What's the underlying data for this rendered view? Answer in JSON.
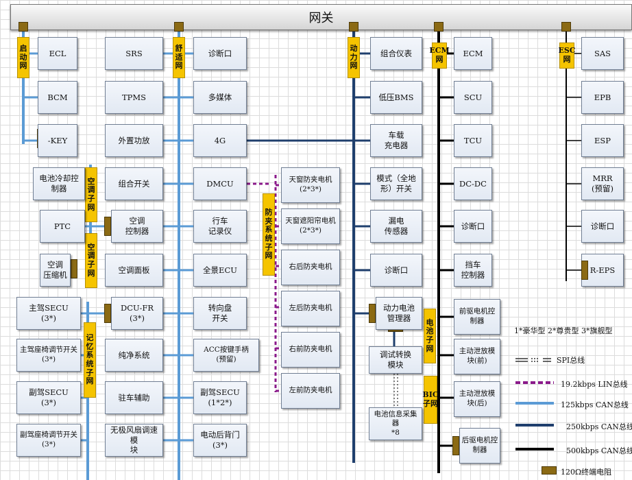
{
  "gateway": "网关",
  "subnets": {
    "qidong": "启动\n网",
    "shuzi": "舒适\n网",
    "dongli": "动力\n网",
    "ecm": "ECM\n网",
    "esc": "ESC\n网",
    "kongtiao1": "空调\n子网",
    "kongtiao2": "空调\n子网",
    "jiyi": "记忆\n系统\n子网",
    "fangjia": "防夹\n系统\n子网",
    "dianchi": "电池\n子网",
    "bic": "BIC\n子网"
  },
  "nodes": {
    "ecl": "ECL",
    "bcm": "BCM",
    "key": "-KEY",
    "srs": "SRS",
    "tpms": "TPMS",
    "waizhi": "外置功放",
    "zuhe": "组合开关",
    "kt_ctrl": "空调\n控制器",
    "kt_panel": "空调面板",
    "dcu_fr": "DCU-FR\n(3*)",
    "jingjing": "纯净系统",
    "zhuche": "驻车辅助",
    "wujifeng": "无极风扇调速模\n块",
    "diag1": "诊断口",
    "media": "多媒体",
    "fourg": "4G",
    "dmcu": "DMCU",
    "xingche": "行车\n记录仪",
    "quanjing": "全景ECU",
    "zhuanxiang": "转向盘\n开关",
    "acc": "ACC按键手柄\n(预留)",
    "fu_secu2": "副驾SECU\n(1*2*)",
    "diandong": "电动后背门\n(3*)",
    "bc_cool": "电池冷却控\n制器",
    "ptc": "PTC",
    "kt_comp": "空调\n压缩机",
    "zhu_secu": "主驾SECU\n(3*)",
    "zhu_seat": "主驾座椅调节开关\n(3*)",
    "fu_secu": "副驾SECU\n(3*)",
    "fu_seat": "副驾座椅调节开关\n(3*)",
    "tianchuang": "天窗防夹电机\n(2*3*)",
    "tianchuang_zy": "天窗遮阳帘电机\n(2*3*)",
    "rr_win": "右后防夹电机",
    "lr_win": "左后防夹电机",
    "rf_win": "右前防夹电机",
    "lf_win": "左前防夹电机",
    "cluster": "组合仪表",
    "lv_bms": "低压BMS",
    "charger": "车载\n充电器",
    "mode_sw": "模式（全地\n形）开关",
    "leak": "漏电\n传感器",
    "diag2": "诊断口",
    "bms": "动力电池\n管理器",
    "debug": "调试转换\n模块",
    "bic": "电池信息采集器\n*8",
    "ecm": "ECM",
    "scu": "SCU",
    "tcu": "TCU",
    "dcdc": "DC-DC",
    "diag3": "诊断口",
    "dangche": "挡车\n控制器",
    "qianqu": "前驱电机控\n制器",
    "zd_front": "主动泄放模\n块(前)",
    "zd_rear": "主动泄放模\n块(后)",
    "houqu": "后驱电机控\n制器",
    "sas": "SAS",
    "epb": "EPB",
    "esp": "ESP",
    "mrr": "MRR\n(预留)",
    "diag4": "诊断口",
    "reps": "R-EPS"
  },
  "legend": {
    "note": "1*豪华型 2*尊贵型 3*旗舰型",
    "spi": "SPI总线",
    "lin": "19.2kbps LIN总线",
    "can125": "125kbps CAN总线",
    "can250": "250kbps CAN总线",
    "can500": "500kbps CAN总线",
    "term": "120Ω终端电阻"
  },
  "colors": {
    "can125": "#5b9bd5",
    "can250": "#1f3f6d",
    "can500": "#000000",
    "lin": "#8b1a8b",
    "subnet": "#f5c400",
    "terminator": "#8b6a14"
  }
}
